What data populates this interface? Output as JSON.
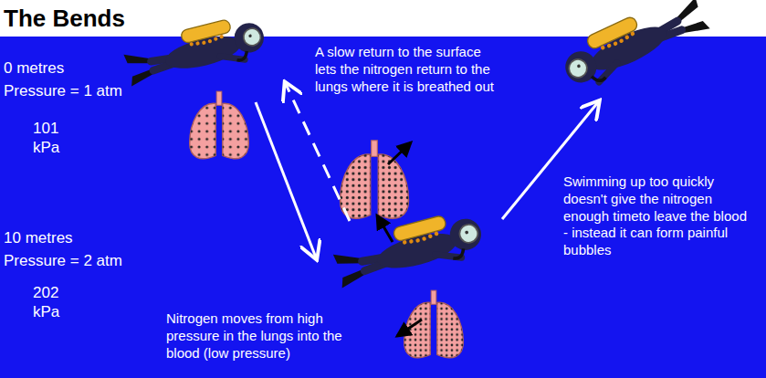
{
  "diagram": {
    "title": "The Bends",
    "labels": [
      "0 metres",
      "Pressure = 1 atm",
      "101 kPa",
      "A slow return to the surface lets the nitrogen return to the lungs where it is breathed out",
      "10 metres",
      "Pressure = 2 atm",
      "202 kPa",
      "Swimming up too quickly doesn't give the nitrogen enough timeto leave the blood - instead it can form painful bubbles",
      "Nitrogen moves from high pressure in the lungs into the blood (low pressure)"
    ]
  }
}
